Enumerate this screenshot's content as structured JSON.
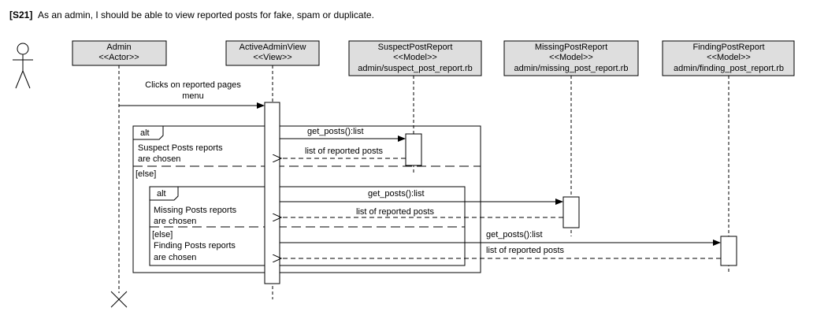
{
  "story": {
    "id": "[S21]",
    "text": "As an admin, I should be able to view reported posts for fake, spam or duplicate."
  },
  "participants": [
    {
      "lines": [
        "Admin",
        "<<Actor>>"
      ]
    },
    {
      "lines": [
        "ActiveAdminView",
        "<<View>>"
      ]
    },
    {
      "lines": [
        "SuspectPostReport",
        "<<Model>>",
        "admin/suspect_post_report.rb"
      ]
    },
    {
      "lines": [
        "MissingPostReport",
        "<<Model>>",
        "admin/missing_post_report.rb"
      ]
    },
    {
      "lines": [
        "FindingPostReport",
        "<<Model>>",
        "admin/finding_post_report.rb"
      ]
    }
  ],
  "messages": {
    "clicks": [
      "Clicks on reported pages",
      "menu"
    ],
    "get_suspect": "get_posts():list",
    "ret_suspect": "list of reported posts",
    "get_missing": "get_posts():list",
    "ret_missing": "list of reported posts",
    "get_finding": "get_posts():list",
    "ret_finding": "list of reported posts"
  },
  "fragments": {
    "outer_tag": "alt",
    "outer_guard": [
      "Suspect Posts reports",
      "are chosen"
    ],
    "outer_else": "[else]",
    "inner_tag": "alt",
    "inner_guard": [
      "Missing Posts reports",
      "are chosen"
    ],
    "inner_else": "[else]",
    "inner_else_guard": [
      "Finding Posts reports",
      "are chosen"
    ]
  }
}
